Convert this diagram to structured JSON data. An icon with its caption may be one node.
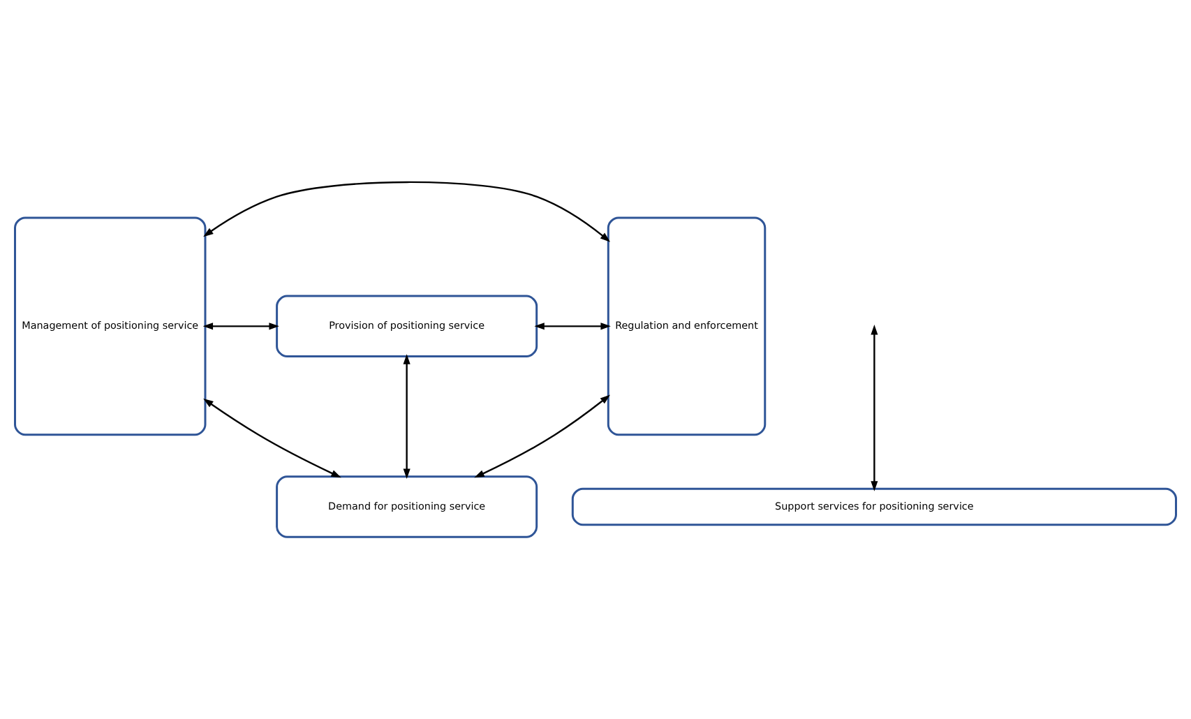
{
  "diagram": {
    "nodes": [
      {
        "text": [
          "Management of positioning service"
        ]
      },
      {
        "text": [
          "Provision of positioning service"
        ]
      },
      {
        "text": [
          "Regulation and enforcement"
        ]
      },
      {
        "text": [
          "Demand for positioning service"
        ]
      },
      {
        "text": [
          "Support services for positioning service"
        ]
      }
    ],
    "edges": [
      {
        "from": 0,
        "to": 1,
        "arrow": "both"
      },
      {
        "from": 1,
        "to": 2,
        "arrow": "both"
      },
      {
        "from": 1,
        "to": 3,
        "arrow": "both"
      },
      {
        "from": 0,
        "to": 3,
        "arrow": "both"
      },
      {
        "from": 3,
        "to": 2,
        "arrow": "both"
      },
      {
        "from": 0,
        "to": 2,
        "arrow": "both"
      },
      {
        "from": null,
        "to": 4,
        "arrow": "both"
      }
    ]
  }
}
